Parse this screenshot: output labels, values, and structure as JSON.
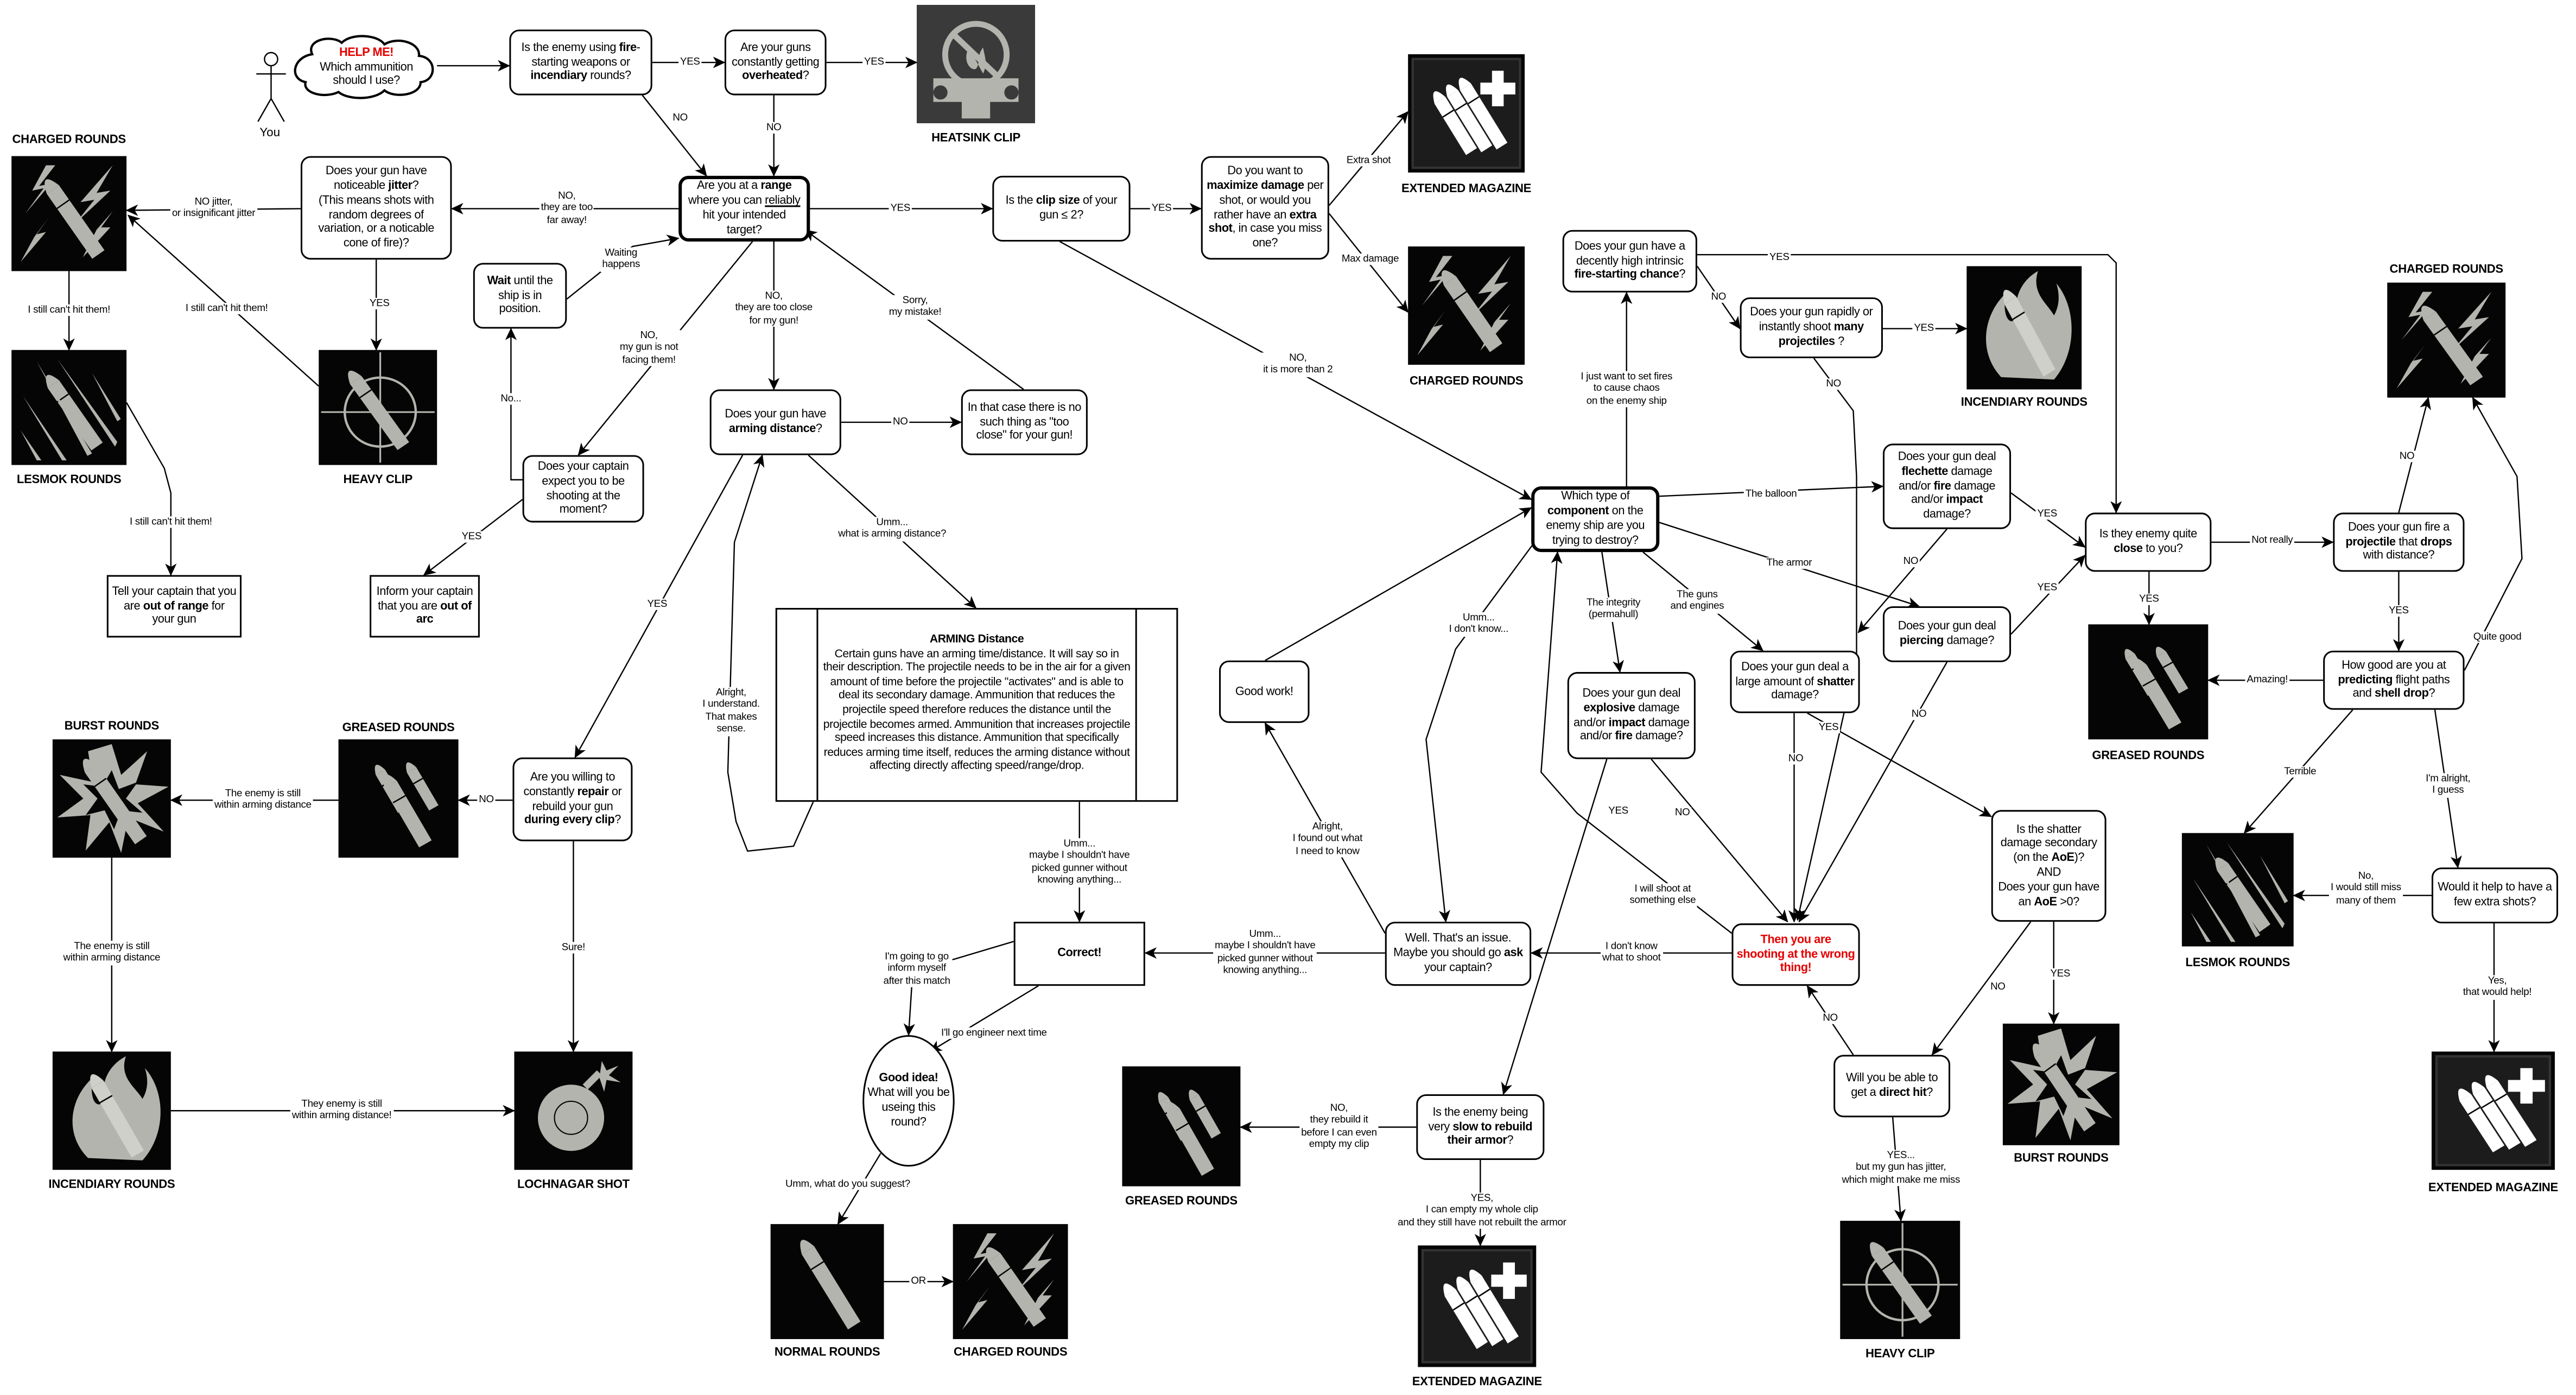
{
  "person_label": "You",
  "nodes": {
    "cloud": [
      [
        "HELP ME!",
        3
      ],
      [
        "\nWhich ammunition\nshould I use?",
        0
      ]
    ],
    "q_fire": [
      [
        "Is the enemy using ",
        0
      ],
      [
        "fire",
        1
      ],
      [
        "-starting weapons or ",
        0
      ],
      [
        "incendiary",
        1
      ],
      [
        " rounds?",
        0
      ]
    ],
    "q_overheat": [
      [
        "Are your guns constantly getting ",
        0
      ],
      [
        "overheated",
        1
      ],
      [
        "?",
        0
      ]
    ],
    "q_range": [
      [
        "Are you at a ",
        0
      ],
      [
        "range",
        1
      ],
      [
        " where you can ",
        0
      ],
      [
        "reliably",
        2
      ],
      [
        " hit your intended target?",
        0
      ]
    ],
    "q_jitter": [
      [
        "Does your gun have noticeable ",
        0
      ],
      [
        "jitter",
        1
      ],
      [
        "?\n(This means shots with random degrees of variation, or a noticable cone of fire)?",
        0
      ]
    ],
    "wait": [
      [
        "Wait",
        1
      ],
      [
        " until the ship is in position.",
        0
      ]
    ],
    "q_captain": [
      [
        "Does your captain expect you to be shooting at the moment?",
        0
      ]
    ],
    "inform": [
      [
        "Inform your captain that you are ",
        0
      ],
      [
        "out of arc",
        1
      ]
    ],
    "tell": [
      [
        "Tell your captain that you are ",
        0
      ],
      [
        "out of range",
        1
      ],
      [
        " for your gun",
        0
      ]
    ],
    "q_arming": [
      [
        "Does your gun have ",
        0
      ],
      [
        "arming distance",
        1
      ],
      [
        "?",
        0
      ]
    ],
    "no_too_close": [
      [
        "In that case there is no such thing as \"too close\" for your gun!",
        0
      ]
    ],
    "arming_info": [
      [
        "ARMING Distance",
        1
      ],
      [
        "\nCertain guns have an arming time/distance. It will say so in their description. The projectile needs to be in the air for a given amount of time before the projectile \"activates\" and is able to deal its secondary damage. Ammunition that reduces the projectile speed therefore reduces the distance until the projectile becomes armed.  Ammunition that increases projectile speed increases this distance. Ammunition that specifically reduces arming time itself, reduces the arming distance without affecting directly affecting speed/range/drop.",
        0
      ]
    ],
    "q_repair": [
      [
        "Are you willing to constantly ",
        0
      ],
      [
        "repair",
        1
      ],
      [
        " or rebuild your gun ",
        0
      ],
      [
        "during every clip",
        1
      ],
      [
        "?",
        0
      ]
    ],
    "correct": [
      [
        "Correct!",
        1
      ]
    ],
    "good_idea": [
      [
        "Good idea!",
        1
      ],
      [
        "\nWhat will you be useing this round?",
        0
      ]
    ],
    "q_clip": [
      [
        "Is the ",
        0
      ],
      [
        "clip size",
        1
      ],
      [
        " of your gun ≤ 2?",
        0
      ]
    ],
    "q_maximize": [
      [
        "Do you want to ",
        0
      ],
      [
        "maximize damage",
        1
      ],
      [
        " per shot, or would you rather have an ",
        0
      ],
      [
        "extra shot",
        1
      ],
      [
        ", in case you miss one?",
        0
      ]
    ],
    "q_component": [
      [
        "Which type of ",
        0
      ],
      [
        "component",
        1
      ],
      [
        " on the enemy ship are you trying to destroy?",
        0
      ]
    ],
    "q_firechance": [
      [
        "Does your gun have a decently high intrinsic ",
        0
      ],
      [
        "fire-starting chance",
        1
      ],
      [
        "?",
        0
      ]
    ],
    "q_rapid": [
      [
        "Does your gun rapidly or instantly shoot ",
        0
      ],
      [
        "many projectiles",
        1
      ],
      [
        " ?",
        0
      ]
    ],
    "q_flechette": [
      [
        "Does your gun deal ",
        0
      ],
      [
        "flechette",
        1
      ],
      [
        " damage and/or ",
        0
      ],
      [
        "fire",
        1
      ],
      [
        " damage and/or ",
        0
      ],
      [
        "impact",
        1
      ],
      [
        " damage?",
        0
      ]
    ],
    "q_piercing": [
      [
        "Does your gun deal ",
        0
      ],
      [
        "piercing",
        1
      ],
      [
        " damage?",
        0
      ]
    ],
    "q_close": [
      [
        "Is they enemy quite ",
        0
      ],
      [
        "close",
        1
      ],
      [
        " to you?",
        0
      ]
    ],
    "q_drop": [
      [
        "Does your gun fire a ",
        0
      ],
      [
        "projectile",
        1
      ],
      [
        " that ",
        0
      ],
      [
        "drops",
        1
      ],
      [
        " with distance?",
        0
      ]
    ],
    "q_predicting": [
      [
        "How good are you at ",
        0
      ],
      [
        "predicting",
        1
      ],
      [
        " flight paths and ",
        0
      ],
      [
        "shell drop",
        1
      ],
      [
        "?",
        0
      ]
    ],
    "q_extra": [
      [
        "Would it help to have a few extra shots?",
        0
      ]
    ],
    "q_shatter": [
      [
        "Does your gun deal a large amount of ",
        0
      ],
      [
        "shatter",
        1
      ],
      [
        " damage?",
        0
      ]
    ],
    "q_explosive": [
      [
        "Does your gun deal ",
        0
      ],
      [
        "explosive",
        1
      ],
      [
        " damage and/or ",
        0
      ],
      [
        "impact",
        1
      ],
      [
        " damage and/or ",
        0
      ],
      [
        "fire",
        1
      ],
      [
        " damage?",
        0
      ]
    ],
    "q_aoe": [
      [
        "Is the shatter damage secondary (on the ",
        0
      ],
      [
        "AoE",
        1
      ],
      [
        ")?\nAND\nDoes your gun have an ",
        0
      ],
      [
        "AoE",
        1
      ],
      [
        " >0?",
        0
      ]
    ],
    "wrong_thing": [
      [
        "Then you are shooting at the wrong thing!",
        3
      ]
    ],
    "q_direct": [
      [
        "Will you be able to get a ",
        0
      ],
      [
        "direct hit",
        1
      ],
      [
        "?",
        0
      ]
    ],
    "q_armor": [
      [
        "Is the enemy being very ",
        0
      ],
      [
        "slow to rebuild their armor",
        1
      ],
      [
        "?",
        0
      ]
    ],
    "good_work": [
      [
        "Good work!",
        0
      ]
    ],
    "ask_captain": [
      [
        "Well.  That's an issue. Maybe you should go ",
        0
      ],
      [
        "ask",
        1
      ],
      [
        " your captain?",
        0
      ]
    ]
  },
  "ammo": {
    "heatsink": {
      "label": "HEATSINK CLIP",
      "icon": "heatsink-icon"
    },
    "charged1": {
      "label": "CHARGED ROUNDS",
      "icon": "charged-icon"
    },
    "lesmok1": {
      "label": "LESMOK ROUNDS",
      "icon": "lesmok-icon"
    },
    "heavy1": {
      "label": "HEAVY CLIP",
      "icon": "heavy-clip-icon"
    },
    "greased1": {
      "label": "GREASED ROUNDS",
      "icon": "greased-icon"
    },
    "burst1": {
      "label": "BURST ROUNDS",
      "icon": "burst-icon"
    },
    "incendiary1": {
      "label": "INCENDIARY ROUNDS",
      "icon": "incendiary-icon"
    },
    "lochnagar": {
      "label": "LOCHNAGAR SHOT",
      "icon": "lochnagar-icon"
    },
    "normal": {
      "label": "NORMAL ROUNDS",
      "icon": "normal-icon"
    },
    "charged2": {
      "label": "CHARGED ROUNDS",
      "icon": "charged-icon"
    },
    "extended1": {
      "label": "EXTENDED MAGAZINE",
      "icon": "extended-icon"
    },
    "charged3": {
      "label": "CHARGED ROUNDS",
      "icon": "charged-icon"
    },
    "incendiary2": {
      "label": "INCENDIARY ROUNDS",
      "icon": "incendiary-icon"
    },
    "charged4": {
      "label": "CHARGED ROUNDS",
      "icon": "charged-icon"
    },
    "greased2": {
      "label": "GREASED ROUNDS",
      "icon": "greased-icon"
    },
    "lesmok2": {
      "label": "LESMOK ROUNDS",
      "icon": "lesmok-icon"
    },
    "extended2": {
      "label": "EXTENDED MAGAZINE",
      "icon": "extended-icon"
    },
    "burst2": {
      "label": "BURST ROUNDS",
      "icon": "burst-icon"
    },
    "heavy2": {
      "label": "HEAVY CLIP",
      "icon": "heavy-clip-icon"
    },
    "greased3": {
      "label": "GREASED ROUNDS",
      "icon": "greased-icon"
    },
    "extended3": {
      "label": "EXTENDED MAGAZINE",
      "icon": "extended-icon"
    }
  },
  "edge_labels": {
    "fire_yes": "YES",
    "overheat_yes": "YES",
    "fire_no": "NO",
    "overheat_no": "NO",
    "range_far": "NO,\nthey are too\nfar away!",
    "jitter_no": "NO jitter,\nor insignificant jitter",
    "jitter_yes": "YES",
    "heavy_miss": "I still can't hit them!",
    "charged_miss": "I still can't hit them!",
    "lesmok_miss": "I still can't hit them!",
    "sorry": "Sorry,\nmy mistake!",
    "range_close": "NO,\nthey are too close\nfor my gun!",
    "range_facing": "NO,\nmy gun is not\nfacing them!",
    "waiting": "Waiting\nhappens",
    "captain_no": "No...",
    "captain_yes": "YES",
    "arming_no": "NO",
    "arming_what": "Umm...\nwhat is arming distance?",
    "understand": "Alright,\nI understand.\nThat makes\nsense.",
    "arming_yes": "YES",
    "info_umm": "Umm...\nmaybe I shouldn't have\npicked gunner without\nknowing anything...",
    "repair_no": "NO",
    "still1": "The enemy is still\nwithin arming distance",
    "still2": "The enemy is still\nwithin arming distance",
    "still3": "They enemy is still\nwithin arming distance!",
    "repair_sure": "Sure!",
    "inform_myself": "I'm going to go\ninform myself\nafter this match",
    "engineer": "I'll go engineer next time",
    "suggest": "Umm, what do you suggest?",
    "or": "OR",
    "ask_umm": "Umm...\nmaybe I shouldn't have\npicked gunner without\nknowing anything...",
    "found_out": "Alright,\nI found out what\nI need to know",
    "dont_know": "Umm...\nI don't know...",
    "range_yes": "YES",
    "clip_yes": "YES",
    "clip_no": "NO,\nit is more than 2",
    "extra_shot": "Extra shot",
    "max_damage": "Max damage",
    "set_fires": "I just want to set fires\nto cause chaos\non the enemy ship",
    "firechance_yes": "YES",
    "firechance_no": "NO",
    "rapid_yes": "YES",
    "rapid_no": "NO",
    "balloon": "The balloon",
    "armor": "The armor",
    "guns_engines": "The guns\nand engines",
    "integrity": "The integrity\n(permahull)",
    "flechette_yes": "YES",
    "flechette_no": "NO",
    "piercing_yes": "YES",
    "piercing_no": "NO",
    "shatter_no": "NO",
    "shatter_yes": "YES",
    "explosive_no": "NO",
    "explosive_yes": "YES",
    "wrong_dontknow": "I don't know\nwhat to shoot",
    "wrong_else": "I will shoot at\nsomething else",
    "aoe_yes": "YES",
    "aoe_no": "NO",
    "direct_no": "NO",
    "direct_yes": "YES...\nbut my gun has jitter,\nwhich might make me miss",
    "armor_no": "NO,\nthey rebuild it\nbefore I can even\nempty my clip",
    "armor_yes": "YES,\nI can empty my whole clip\nand they still have not rebuilt the armor",
    "not_really": "Not really",
    "close_yes": "YES",
    "drop_no": "NO",
    "drop_yes": "YES",
    "amazing": "Amazing!",
    "terrible": "Terrible",
    "alright_guess": "I'm alright,\nI guess",
    "quite_good": "Quite good",
    "extra_no": "No,\nI would still miss\nmany of them",
    "extra_yes": "Yes,\nthat would help!"
  }
}
